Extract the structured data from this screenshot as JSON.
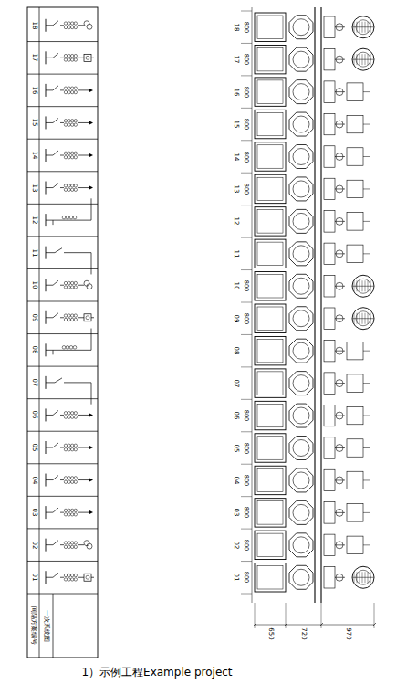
{
  "diagram": {
    "caption": "1）示例工程Example project",
    "labels": [
      "18",
      "17",
      "16",
      "15",
      "14",
      "13",
      "12",
      "11",
      "10",
      "09",
      "08",
      "07",
      "06",
      "05",
      "04",
      "03",
      "02",
      "01",
      "间隔方案编号",
      "一次系统图",
      "18",
      "17",
      "16",
      "15",
      "14",
      "13",
      "12",
      "11",
      "10",
      "09",
      "08",
      "07",
      "06",
      "05",
      "04",
      "03",
      "02",
      "01",
      "800",
      "800",
      "800",
      "800",
      "800",
      "800",
      "800",
      "800",
      "800",
      "800",
      "800",
      "800",
      "800",
      "800",
      "650",
      "720",
      "970"
    ]
  }
}
